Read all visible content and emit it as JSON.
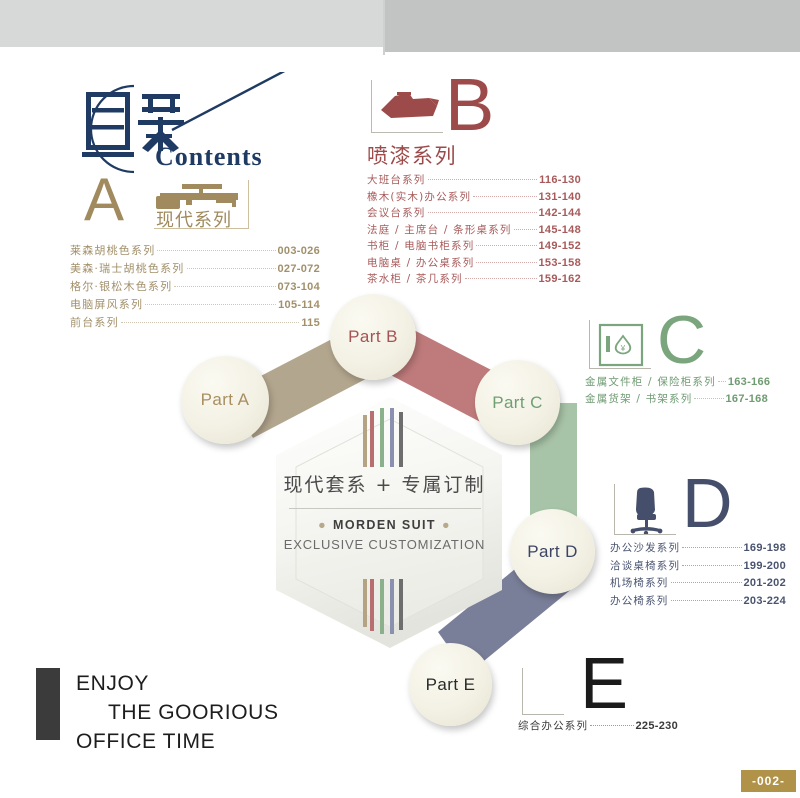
{
  "page": {
    "number_label": "-002-"
  },
  "logo": {
    "title_cn": "目录",
    "title_en": "Contents"
  },
  "sections": [
    {
      "key": "A",
      "letter": "A",
      "icon": "desk-furniture-icon",
      "cn_title": "现代系列",
      "accent": "#a2906b",
      "items": [
        {
          "title": "莱森胡桃色系列",
          "pages": "003-026"
        },
        {
          "title": "美森·瑞士胡桃色系列",
          "pages": "027-072"
        },
        {
          "title": "格尔·银松木色系列",
          "pages": "073-104"
        },
        {
          "title": "电脑屏风系列",
          "pages": "105-114"
        },
        {
          "title": "前台系列",
          "pages": "115"
        }
      ]
    },
    {
      "key": "B",
      "letter": "B",
      "icon": "sofa-furniture-icon",
      "cn_title": "喷漆系列",
      "accent": "#a85a5a",
      "items": [
        {
          "title": "大班台系列",
          "pages": "116-130"
        },
        {
          "title": "橡木(实木)办公系列",
          "pages": "131-140"
        },
        {
          "title": "会议台系列",
          "pages": "142-144"
        },
        {
          "title": "法庭 / 主席台 / 条形桌系列",
          "pages": "145-148"
        },
        {
          "title": "书柜 / 电脑书柜系列",
          "pages": "149-152"
        },
        {
          "title": "电脑桌 / 办公桌系列",
          "pages": "153-158"
        },
        {
          "title": "茶水柜 / 茶几系列",
          "pages": "159-162"
        }
      ]
    },
    {
      "key": "C",
      "letter": "C",
      "icon": "safe-cabinet-icon",
      "cn_title": "",
      "accent": "#6f9b72",
      "items": [
        {
          "title": "金属文件柜 / 保险柜系列",
          "pages": "163-166"
        },
        {
          "title": "金属货架 / 书架系列",
          "pages": "167-168"
        }
      ]
    },
    {
      "key": "D",
      "letter": "D",
      "icon": "office-chair-icon",
      "cn_title": "",
      "accent": "#4a5470",
      "items": [
        {
          "title": "办公沙发系列",
          "pages": "169-198"
        },
        {
          "title": "洽谈桌椅系列",
          "pages": "199-200"
        },
        {
          "title": "机场椅系列",
          "pages": "201-202"
        },
        {
          "title": "办公椅系列",
          "pages": "203-224"
        }
      ]
    },
    {
      "key": "E",
      "letter": "E",
      "icon": "",
      "cn_title": "",
      "accent": "#3a3a3a",
      "items": [
        {
          "title": "综合办公系列",
          "pages": "225-230"
        }
      ]
    }
  ],
  "diagram": {
    "nodes": [
      {
        "id": "A",
        "label": "Part A",
        "color": "#a88f62"
      },
      {
        "id": "B",
        "label": "Part B",
        "color": "#a55353"
      },
      {
        "id": "C",
        "label": "Part C",
        "color": "#6f9f72"
      },
      {
        "id": "D",
        "label": "Part D",
        "color": "#3d4565"
      },
      {
        "id": "E",
        "label": "Part E",
        "color": "#2a2a2a"
      }
    ],
    "connector_colors": [
      "#b3a68e",
      "#bf7b7b",
      "#a8c4a8",
      "#7a7f99"
    ],
    "center": {
      "cn": "现代套系 + 专属订制",
      "en_main": "MORDEN SUIT",
      "en_sub": "EXCLUSIVE CUSTOMIZATION",
      "ornament": "●"
    }
  },
  "tagline": {
    "line1": "ENJOY",
    "line2": "THE GOORIOUS",
    "line3": "OFFICE TIME"
  }
}
